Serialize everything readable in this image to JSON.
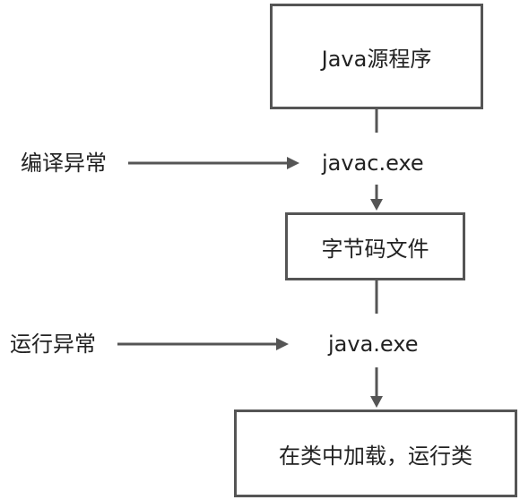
{
  "nodes": {
    "source_program": "Java源程序",
    "javac_tool": "javac.exe",
    "bytecode_file": "字节码文件",
    "java_tool": "java.exe",
    "class_loading": "在类中加载，运行类"
  },
  "side_labels": {
    "compile_exception": "编译异常",
    "runtime_exception": "运行异常"
  },
  "colors": {
    "line": "#555555",
    "text": "#222222",
    "background": "#ffffff"
  }
}
